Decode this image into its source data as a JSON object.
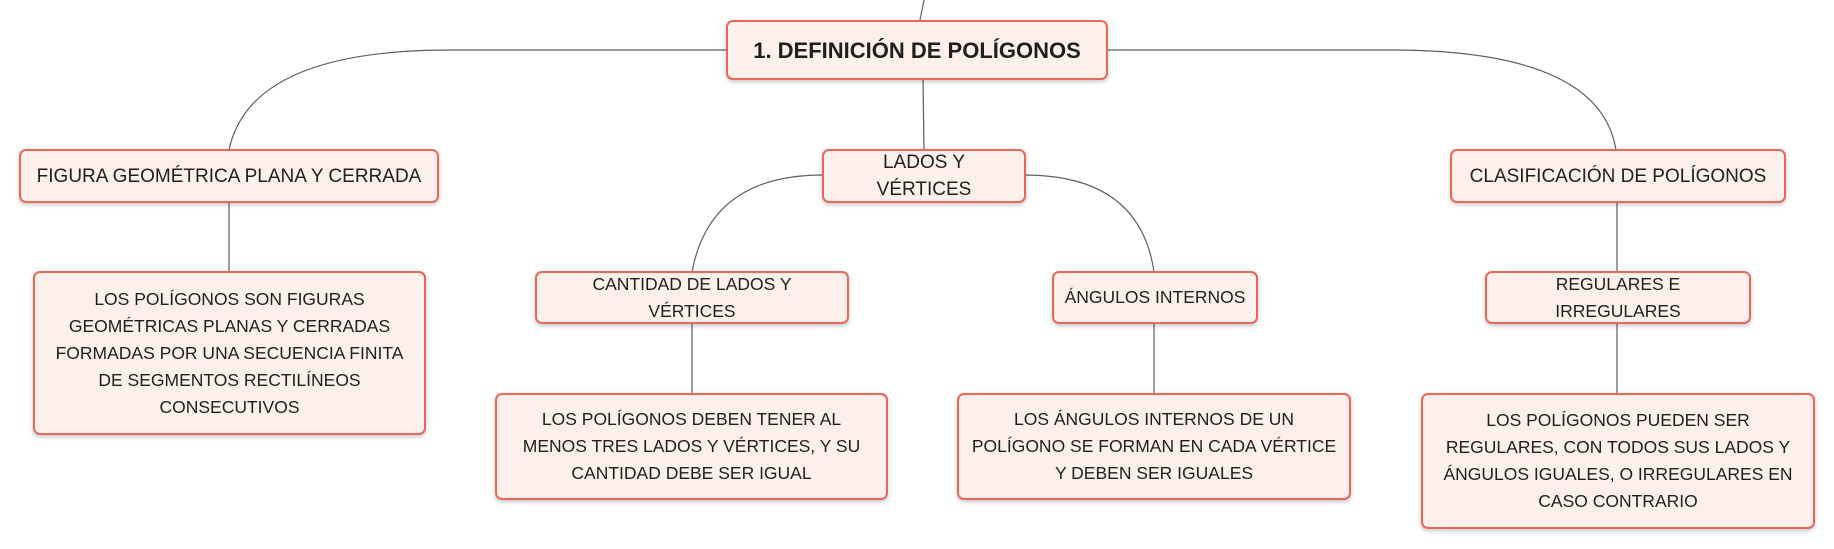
{
  "root": {
    "title": "1. DEFINICIÓN DE POLÍGONOS"
  },
  "branches": [
    {
      "label": "FIGURA GEOMÉTRICA PLANA Y CERRADA",
      "detail": "LOS POLÍGONOS SON FIGURAS GEOMÉTRICAS PLANAS Y CERRADAS FORMADAS POR UNA SECUENCIA FINITA DE SEGMENTOS RECTILÍNEOS CONSECUTIVOS"
    },
    {
      "label": "LADOS Y VÉRTICES",
      "children": [
        {
          "label": "CANTIDAD DE LADOS Y VÉRTICES",
          "detail": "LOS POLÍGONOS DEBEN TENER AL MENOS TRES LADOS Y VÉRTICES, Y SU CANTIDAD DEBE SER IGUAL"
        },
        {
          "label": "ÁNGULOS INTERNOS",
          "detail": "LOS ÁNGULOS INTERNOS DE UN POLÍGONO SE FORMAN EN CADA VÉRTICE Y DEBEN SER IGUALES"
        }
      ]
    },
    {
      "label": "CLASIFICACIÓN DE POLÍGONOS",
      "children": [
        {
          "label": "REGULARES E IRREGULARES",
          "detail": "LOS POLÍGONOS PUEDEN SER REGULARES, CON TODOS SUS LADOS Y ÁNGULOS IGUALES, O IRREGULARES EN CASO CONTRARIO"
        }
      ]
    }
  ],
  "colors": {
    "node_fill": "#fdf0eb",
    "node_border": "#e8695a",
    "connector": "#5f5f5f",
    "text": "#1f1f1f"
  }
}
